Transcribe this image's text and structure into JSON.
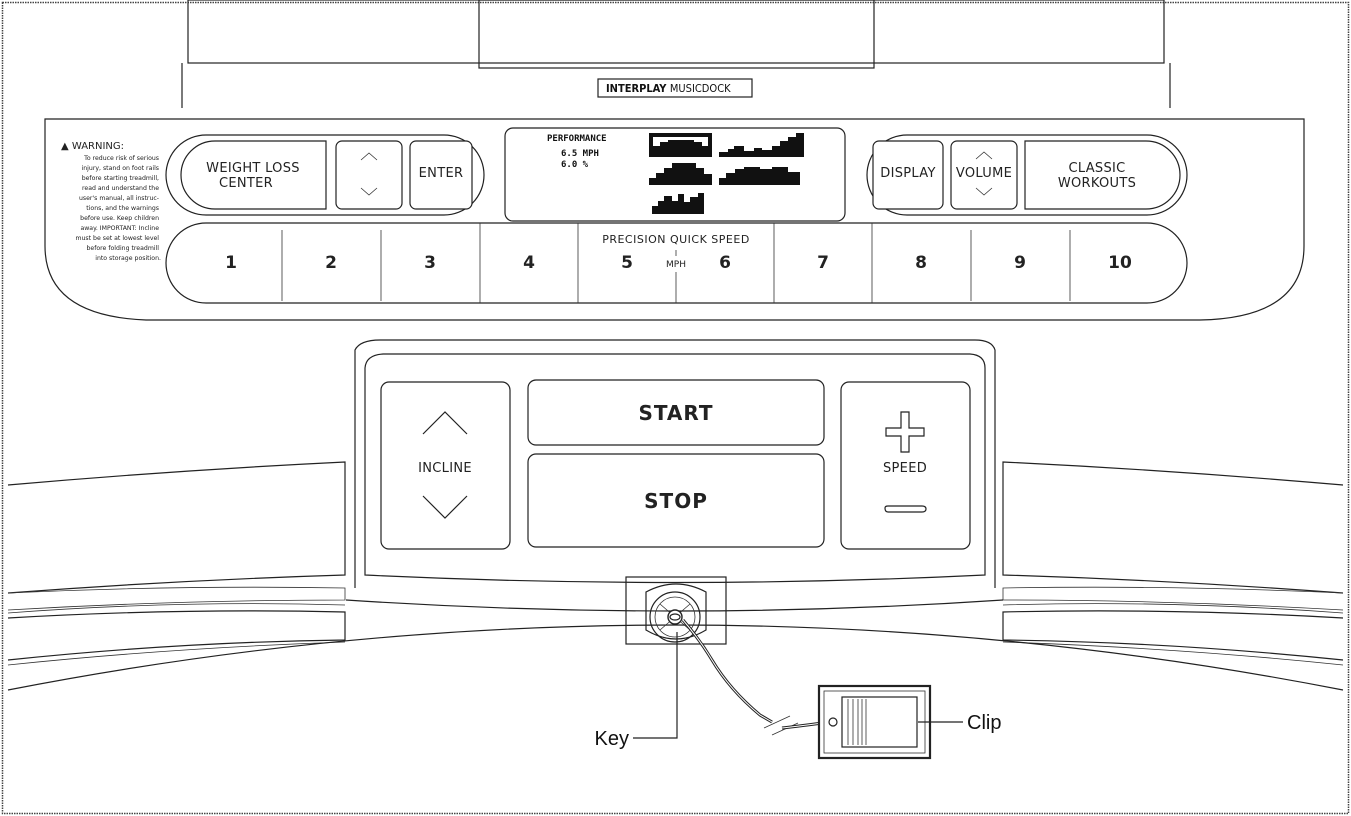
{
  "brand": {
    "logo_strong": "INTERPLAY",
    "logo_light": "MUSICDOCK"
  },
  "warning": {
    "title": "▲ WARNING:",
    "lines": [
      "To reduce risk of serious",
      "injury, stand on foot rails",
      "before starting treadmill,",
      "read and understand the",
      "user's manual, all instruc-",
      "tions, and the warnings",
      "before use. Keep children",
      "away. IMPORTANT: Incline",
      "must be set at lowest level",
      "before folding treadmill",
      "into storage position."
    ]
  },
  "buttons": {
    "weight_loss_line1": "WEIGHT LOSS",
    "weight_loss_line2": "CENTER",
    "enter": "ENTER",
    "display": "DISPLAY",
    "volume": "VOLUME",
    "classic_line1": "CLASSIC",
    "classic_line2": "WORKOUTS",
    "start": "START",
    "stop": "STOP",
    "incline": "INCLINE",
    "speed": "SPEED"
  },
  "lcd": {
    "title": "PERFORMANCE",
    "speed": "6.5 MPH",
    "incline": "6.0 %"
  },
  "quick_speed": {
    "label": "PRECISION QUICK SPEED",
    "unit": "MPH",
    "keys": [
      "1",
      "2",
      "3",
      "4",
      "5",
      "6",
      "7",
      "8",
      "9",
      "10"
    ]
  },
  "callouts": {
    "key": "Key",
    "clip": "Clip"
  }
}
